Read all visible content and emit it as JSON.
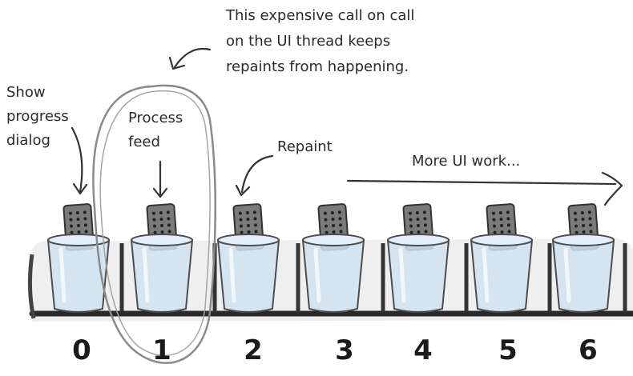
{
  "annotations": {
    "callout_line1": "This expensive call on call",
    "callout_line2": "on the UI thread keeps",
    "callout_line3": "repaints from happening.",
    "show_line1": "Show",
    "show_line2": "progress",
    "show_line3": "dialog",
    "process_line1": "Process",
    "process_line2": "feed",
    "repaint": "Repaint",
    "more_work": "More UI work..."
  },
  "slots": [
    "0",
    "1",
    "2",
    "3",
    "4",
    "5",
    "6"
  ],
  "colors": {
    "ink": "#2b2b2b",
    "cup_fill": "#cfe3f1",
    "cup_stroke": "#4d4d4d",
    "remote": "#7a7a7a",
    "belt": "#e9e9e9",
    "belt_dark": "#3a3a3a",
    "loop": "#8a8a8a"
  },
  "icons": {
    "cup": "cup-icon",
    "remote": "remote-control-icon",
    "arrow": "hand-drawn-arrow-icon"
  }
}
